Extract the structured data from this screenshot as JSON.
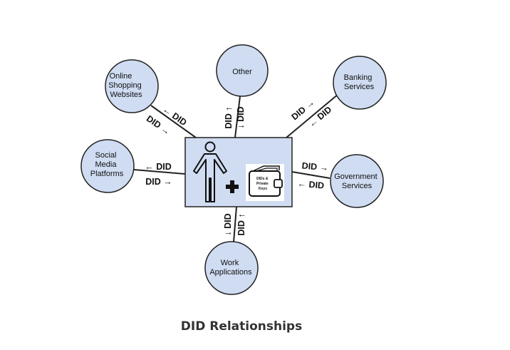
{
  "caption": "DID Relationships",
  "colors": {
    "node_fill": "#cfdcf2",
    "stroke": "#222222"
  },
  "nodes": {
    "other": [
      "Other"
    ],
    "shopping": [
      "Online",
      "Shopping",
      "Websites"
    ],
    "banking": [
      "Banking",
      "Services"
    ],
    "social": [
      "Social",
      "Media",
      "Platforms"
    ],
    "government": [
      "Government",
      "Services"
    ],
    "work": [
      "Work",
      "Applications"
    ]
  },
  "center": {
    "person_icon": "person-icon",
    "plus_icon": "plus-icon",
    "wallet_icon": "wallet-icon",
    "wallet_text": [
      "DIDs &",
      "Private",
      "Keys"
    ]
  },
  "edges": {
    "shopping": [
      "← DID",
      "DID →"
    ],
    "other": [
      "DID ↑",
      "↓ DID"
    ],
    "banking": [
      "DID →",
      "← DID"
    ],
    "social": [
      "← DID",
      "DID →"
    ],
    "government": [
      "DID →",
      "← DID"
    ],
    "work": [
      "↓ DID",
      "DID ↑"
    ]
  }
}
